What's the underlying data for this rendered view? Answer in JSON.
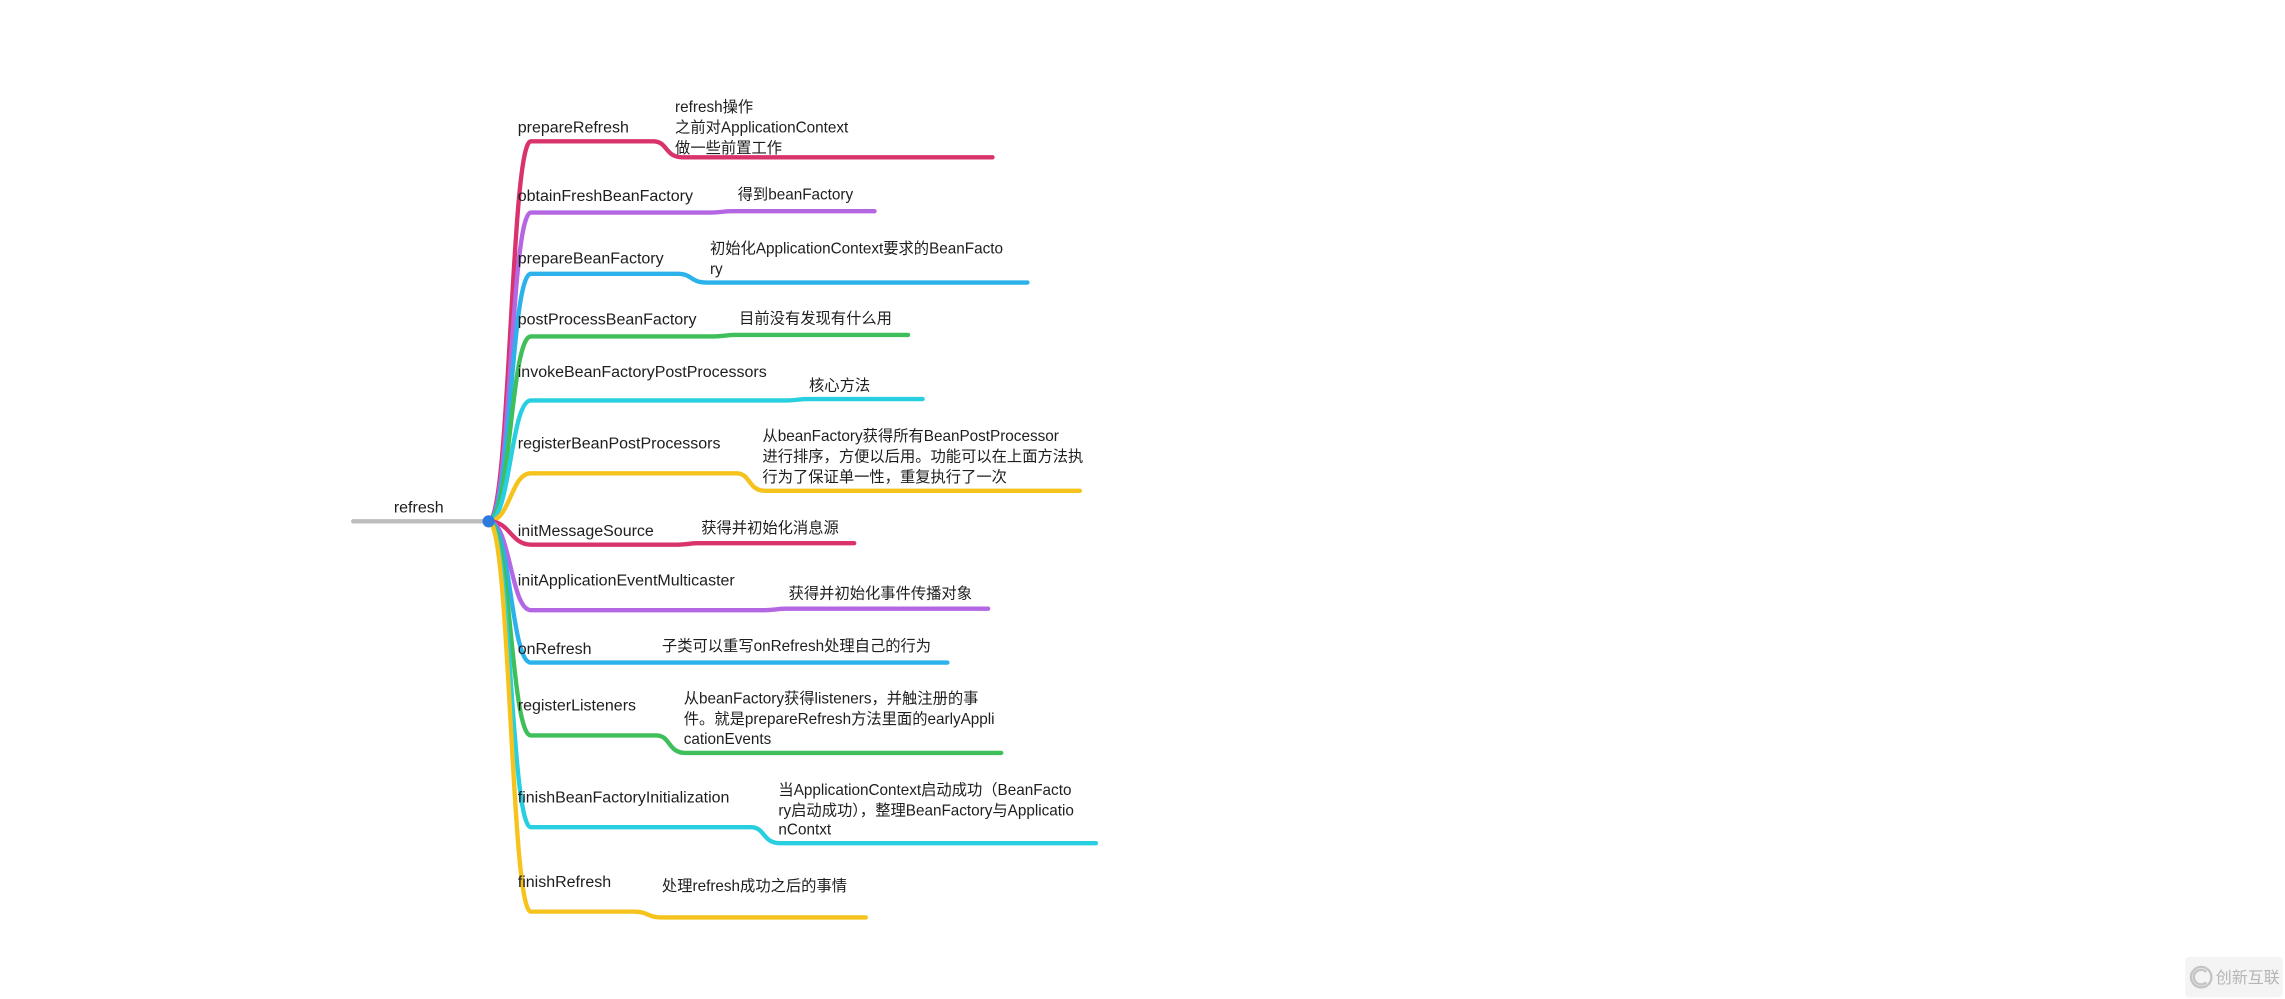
{
  "root": {
    "label": "refresh",
    "line_color": "#bdbdbd",
    "dot_color": "#2e7be0"
  },
  "branches": [
    {
      "label": "prepareRefresh",
      "color": "#d9336e",
      "detail": [
        "refresh操作",
        "之前对ApplicationContext",
        "做一些前置工作"
      ]
    },
    {
      "label": "obtainFreshBeanFactory",
      "color": "#b566e2",
      "detail": [
        "得到beanFactory"
      ]
    },
    {
      "label": "prepareBeanFactory",
      "color": "#2cb2ea",
      "detail": [
        "初始化ApplicationContext要求的BeanFacto",
        "ry"
      ]
    },
    {
      "label": "postProcessBeanFactory",
      "color": "#3fbf5a",
      "detail": [
        "目前没有发现有什么用"
      ]
    },
    {
      "label": "invokeBeanFactoryPostProcessors",
      "color": "#27cfe0",
      "detail": [
        "核心方法"
      ]
    },
    {
      "label": "registerBeanPostProcessors",
      "color": "#f6c21c",
      "detail": [
        "从beanFactory获得所有BeanPostProcessor",
        "进行排序，方便以后用。功能可以在上面方法执",
        "行为了保证单一性，重复执行了一次"
      ]
    },
    {
      "label": "initMessageSource",
      "color": "#d9336e",
      "detail": [
        "获得并初始化消息源"
      ]
    },
    {
      "label": "initApplicationEventMulticaster",
      "color": "#b566e2",
      "detail": [
        "获得并初始化事件传播对象"
      ]
    },
    {
      "label": "onRefresh",
      "color": "#2cb2ea",
      "detail": [
        "子类可以重写onRefresh处理自己的行为"
      ]
    },
    {
      "label": "registerListeners",
      "color": "#3fbf5a",
      "detail": [
        "从beanFactory获得listeners，并触注册的事",
        "件。就是prepareRefresh方法里面的earlyAppli",
        "cationEvents"
      ]
    },
    {
      "label": "finishBeanFactoryInitialization",
      "color": "#27cfe0",
      "detail": [
        "当ApplicationContext启动成功（BeanFacto",
        "ry启动成功），整理BeanFactory与Applicatio",
        "nContxt"
      ]
    },
    {
      "label": "finishRefresh",
      "color": "#f6c21c",
      "detail": [
        "处理refresh成功之后的事情"
      ]
    }
  ],
  "watermark": {
    "text": "创新互联",
    "icon": "logo-icon",
    "color": "#c4c4c4"
  }
}
